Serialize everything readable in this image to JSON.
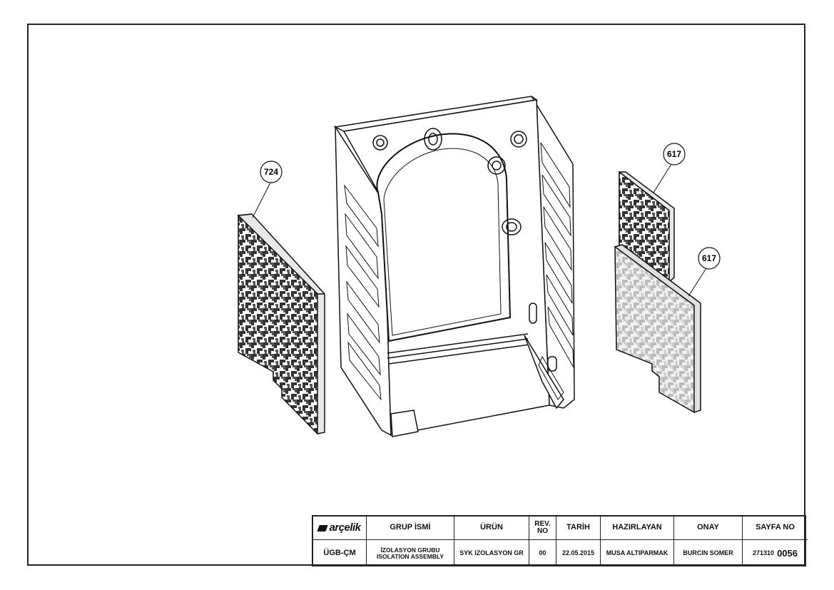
{
  "balloons": [
    {
      "id": "724",
      "label": "724"
    },
    {
      "id": "617a",
      "label": "617"
    },
    {
      "id": "617b",
      "label": "617"
    }
  ],
  "title_block": {
    "brand": "arçelik",
    "headers": {
      "group_name": "GRUP İSMİ",
      "product": "ÜRÜN",
      "rev_no": "REV. NO",
      "date": "TARİH",
      "prepared_by": "HAZIRLAYAN",
      "approval": "ONAY",
      "page_no": "SAYFA NO"
    },
    "values": {
      "department": "ÜGB-ÇM",
      "group_name_tr": "İZOLASYON GRUBU",
      "group_name_en": "ISOLATION ASSEMBLY",
      "product": "SYK IZOLASYON GR",
      "rev_no": "00",
      "date": "22.05.2015",
      "prepared_by": "MUSA ALTIPARMAK",
      "approval": "BURCIN SOMER",
      "page_no_prefix": "271310",
      "page_no_suffix": "0056"
    }
  }
}
